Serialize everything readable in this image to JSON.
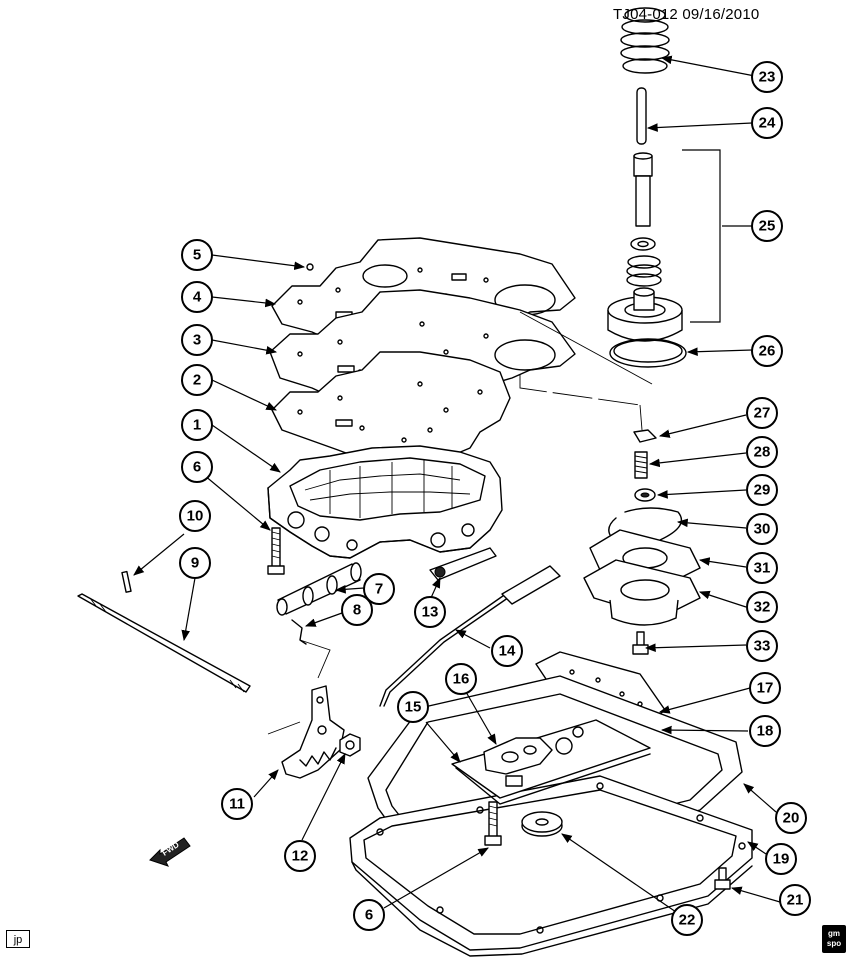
{
  "header": {
    "reference": "TJ04-012  09/16/2010"
  },
  "footer": {
    "initials": "jp",
    "logo_text": "GM SPO"
  },
  "fwd_label": "FWD",
  "callouts": [
    "1",
    "2",
    "3",
    "4",
    "5",
    "6",
    "6",
    "7",
    "8",
    "9",
    "10",
    "11",
    "12",
    "13",
    "14",
    "15",
    "16",
    "17",
    "18",
    "19",
    "20",
    "21",
    "22",
    "23",
    "24",
    "25",
    "26",
    "27",
    "28",
    "29",
    "30",
    "31",
    "32",
    "33"
  ]
}
